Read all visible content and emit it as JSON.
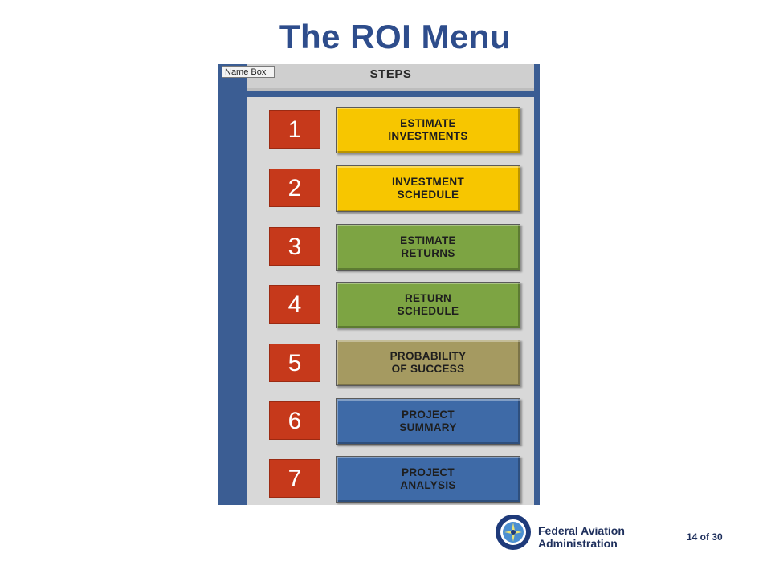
{
  "title": "The ROI Menu",
  "panel": {
    "name_box": "Name Box",
    "steps_title": "STEPS",
    "steps": [
      {
        "number": "1",
        "label": "ESTIMATE\nINVESTMENTS",
        "color": "#f7c600"
      },
      {
        "number": "2",
        "label": "INVESTMENT\nSCHEDULE",
        "color": "#f7c600"
      },
      {
        "number": "3",
        "label": "ESTIMATE\nRETURNS",
        "color": "#7da443"
      },
      {
        "number": "4",
        "label": "RETURN\nSCHEDULE",
        "color": "#7da443"
      },
      {
        "number": "5",
        "label": "PROBABILITY\nOF SUCCESS",
        "color": "#a59a61"
      },
      {
        "number": "6",
        "label": "PROJECT\nSUMMARY",
        "color": "#3e6aa7"
      },
      {
        "number": "7",
        "label": "PROJECT\nANALYSIS",
        "color": "#3e6aa7"
      }
    ],
    "number_color": "#c6391b"
  },
  "footer": {
    "seal_icon": "faa-seal-icon",
    "agency_line1": "Federal Aviation",
    "agency_line2": "Administration",
    "page_label": "14 of 30"
  }
}
